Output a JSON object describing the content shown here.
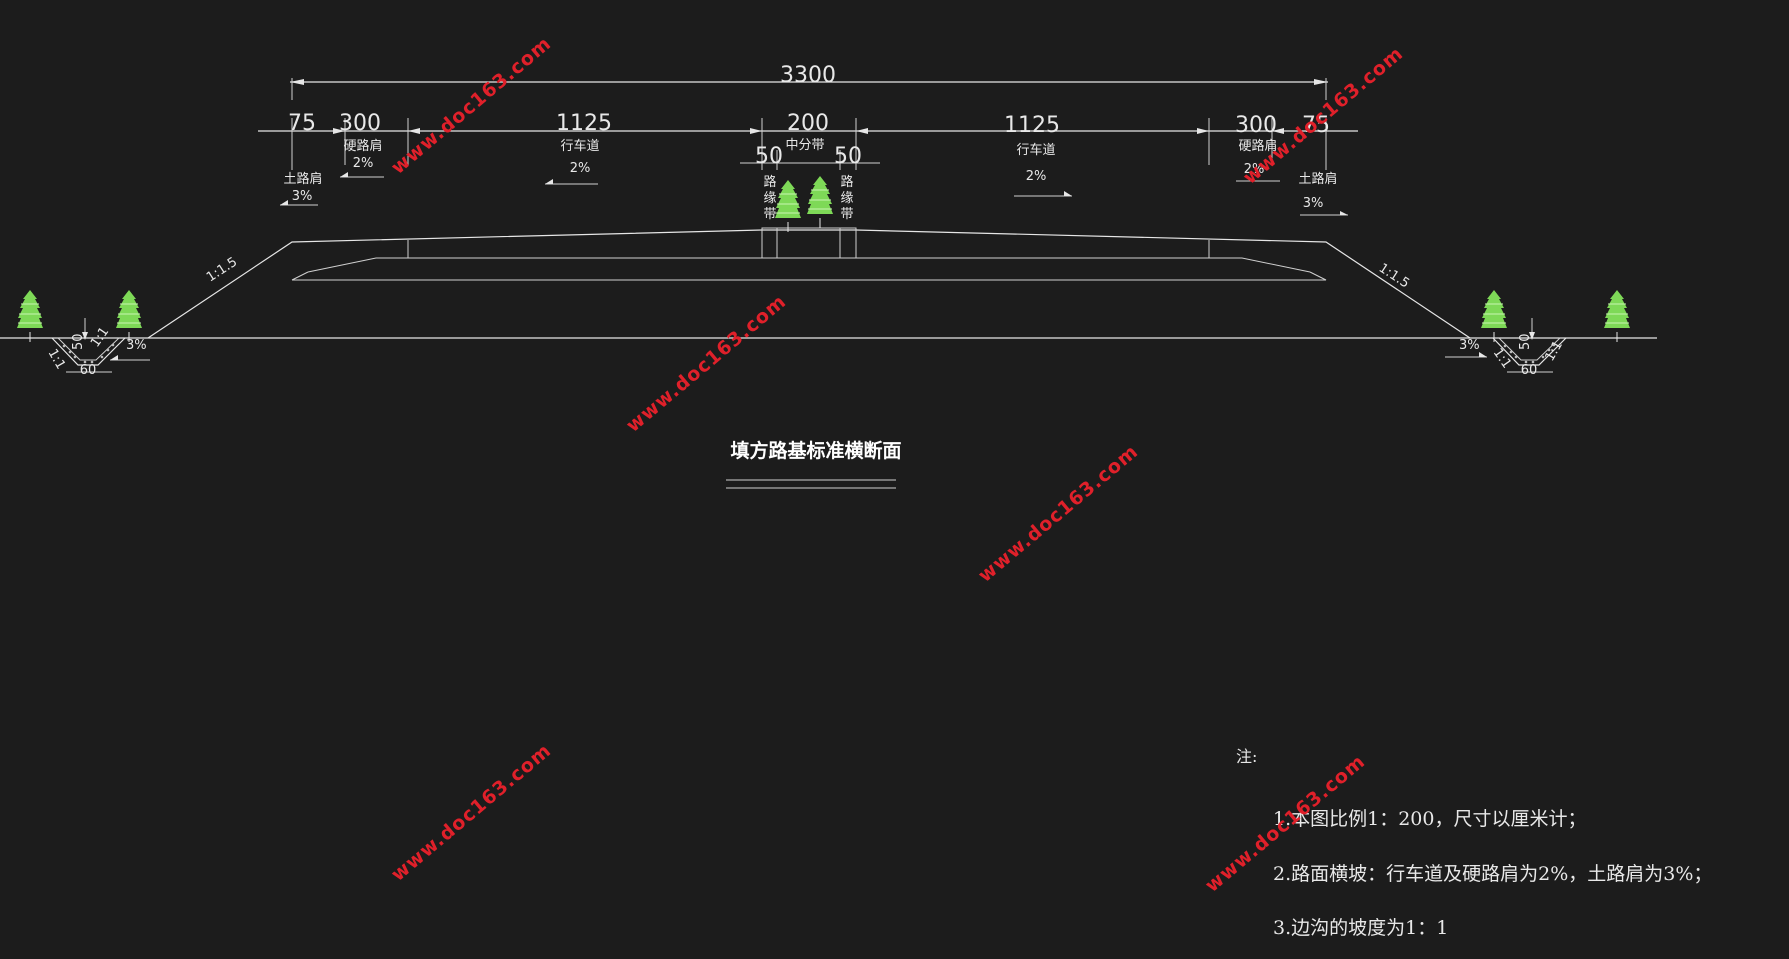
{
  "dimensions": {
    "total": "3300",
    "soil_shoulder_left": "75",
    "hard_shoulder_left": "300",
    "lane_left": "1125",
    "median": "200",
    "edge_strip_left": "50",
    "edge_strip_right": "50",
    "lane_right": "1125",
    "hard_shoulder_right": "300",
    "soil_shoulder_right": "75"
  },
  "labels": {
    "hard_shoulder": "硬路肩",
    "lane": "行车道",
    "median": "中分带",
    "soil_shoulder": "土路肩",
    "edge_strip_chars": [
      "路",
      "缘",
      "带"
    ]
  },
  "slopes": {
    "pavement": "2%",
    "soil_shoulder": "3%",
    "embankment": "1:1.5",
    "ditch_side": "1:1",
    "ditch_depth": "50",
    "ditch_bottom": "60",
    "ditch_outer": "3%"
  },
  "title": "填方路基标准横断面",
  "notes": {
    "heading": "注:",
    "items": [
      "1.本图比例1：200，尺寸以厘米计；",
      "2.路面横坡：行车道及硬路肩为2%，土路肩为3%；",
      "3.边沟的坡度为1：1"
    ]
  },
  "watermark": "www.doc163.com",
  "colors": {
    "background": "#1c1c1c",
    "line": "#e6e6e6",
    "tree": "#7ed957",
    "watermark": "#e0202a"
  }
}
